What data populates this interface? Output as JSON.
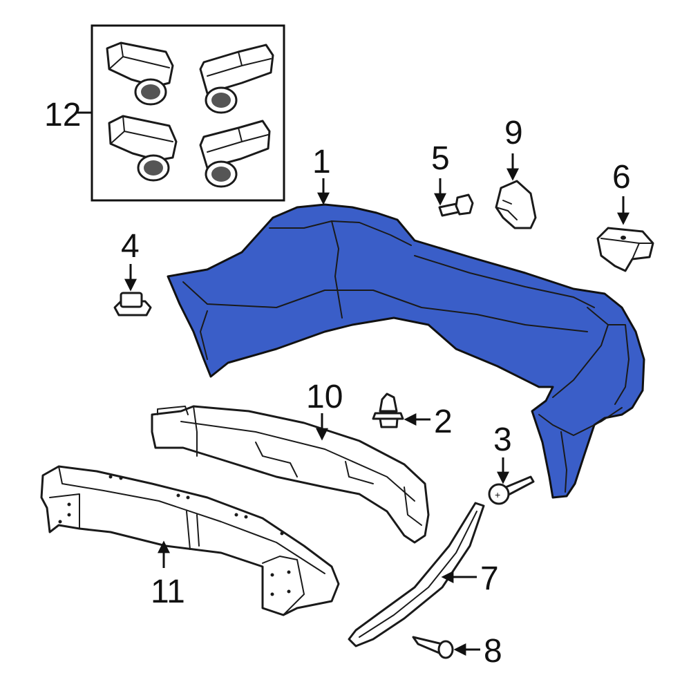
{
  "callouts": {
    "c1": "1",
    "c2": "2",
    "c3": "3",
    "c4": "4",
    "c5": "5",
    "c6": "6",
    "c7": "7",
    "c8": "8",
    "c9": "9",
    "c10": "10",
    "c11": "11",
    "c12": "12"
  },
  "colors": {
    "highlight": "#3a5ec8",
    "line": "#1a1a1a"
  }
}
